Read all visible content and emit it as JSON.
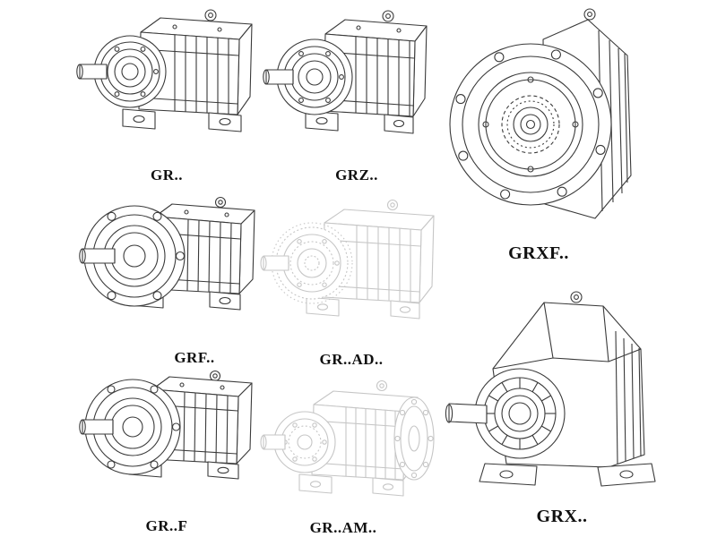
{
  "page": {
    "background": "#ffffff",
    "ink_color": "#3a3a3a",
    "faint_ink_color": "#c6c6c6",
    "label_color": "#101010"
  },
  "items": [
    {
      "id": "gr",
      "label": "GR.."
    },
    {
      "id": "grz",
      "label": "GRZ.."
    },
    {
      "id": "grxf",
      "label": "GRXF.."
    },
    {
      "id": "grf",
      "label": "GRF.."
    },
    {
      "id": "gr-ad",
      "label": "GR..AD.."
    },
    {
      "id": "gr-f",
      "label": "GR..F"
    },
    {
      "id": "gr-am",
      "label": "GR..AM.."
    },
    {
      "id": "grx",
      "label": "GRX.."
    }
  ]
}
